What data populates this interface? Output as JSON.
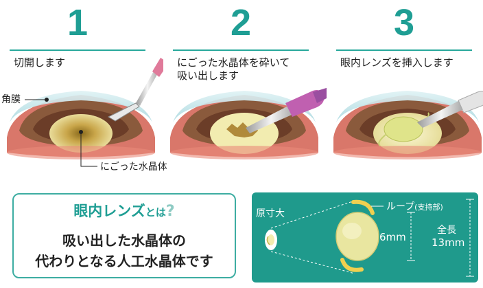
{
  "steps": [
    {
      "number": "1",
      "text_lines": [
        "切開します"
      ]
    },
    {
      "number": "2",
      "text_lines": [
        "にごった水晶体を砕いて",
        "吸い出します"
      ]
    },
    {
      "number": "3",
      "text_lines": [
        "眼内レンズを挿入します"
      ]
    }
  ],
  "labels": {
    "cornea": "角膜",
    "cloudy_lens": "にごった水晶体"
  },
  "info": {
    "title_main": "眼内レンズ",
    "title_suffix": "とは",
    "question_mark": "?",
    "body_lines": [
      "吸い出した水晶体の",
      "代わりとなる人工水晶体です"
    ]
  },
  "lens_panel": {
    "actual_size": "原寸大",
    "loop_label": "ループ",
    "loop_note": "(支持部)",
    "optic_size": "6mm",
    "total_label": "全長",
    "total_size": "13mm"
  },
  "colors": {
    "teal": "#1f9e94",
    "panel": "#1f9a8c",
    "lens_yellow": "#f2ecb0",
    "iris_brown": "#8a5a3c",
    "sclera_red": "#d46a5a"
  }
}
